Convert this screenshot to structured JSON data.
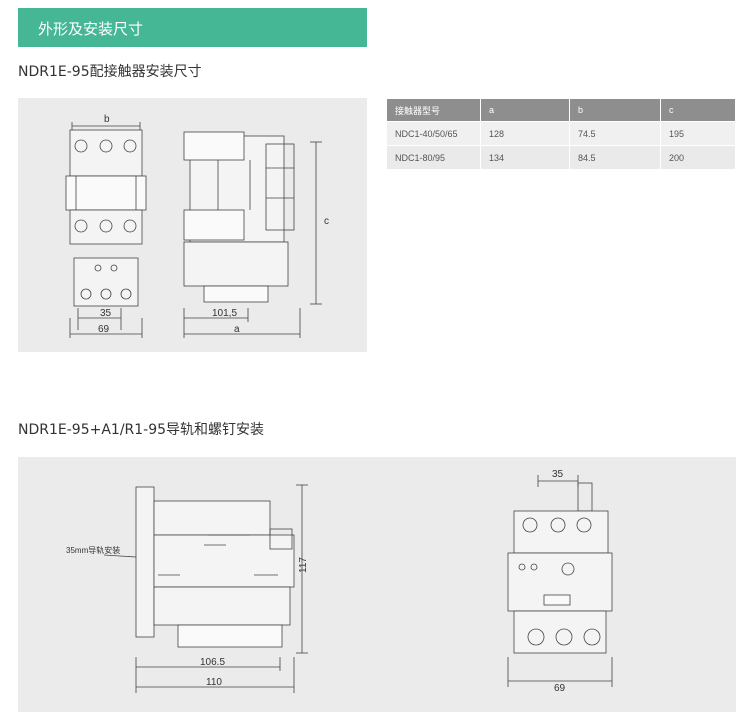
{
  "header": {
    "title": "外形及安装尺寸"
  },
  "section1": {
    "title": "NDR1E-95配接触器安装尺寸",
    "dims": {
      "b": "b",
      "c": "c",
      "a": "a",
      "d35": "35",
      "d69": "69",
      "d1015": "101,5"
    }
  },
  "spec_table": {
    "headers": [
      "接触器型号",
      "a",
      "b",
      "c"
    ],
    "rows": [
      [
        "NDC1-40/50/65",
        "128",
        "74.5",
        "195"
      ],
      [
        "NDC1-80/95",
        "134",
        "84.5",
        "200"
      ]
    ]
  },
  "section2": {
    "title": "NDR1E-95+A1/R1-95导轨和螺钉安装",
    "rail_label": "35mm导轨安装",
    "dims": {
      "d1065": "106.5",
      "d110": "110",
      "d117": "117",
      "d35": "35",
      "d69": "69"
    }
  }
}
